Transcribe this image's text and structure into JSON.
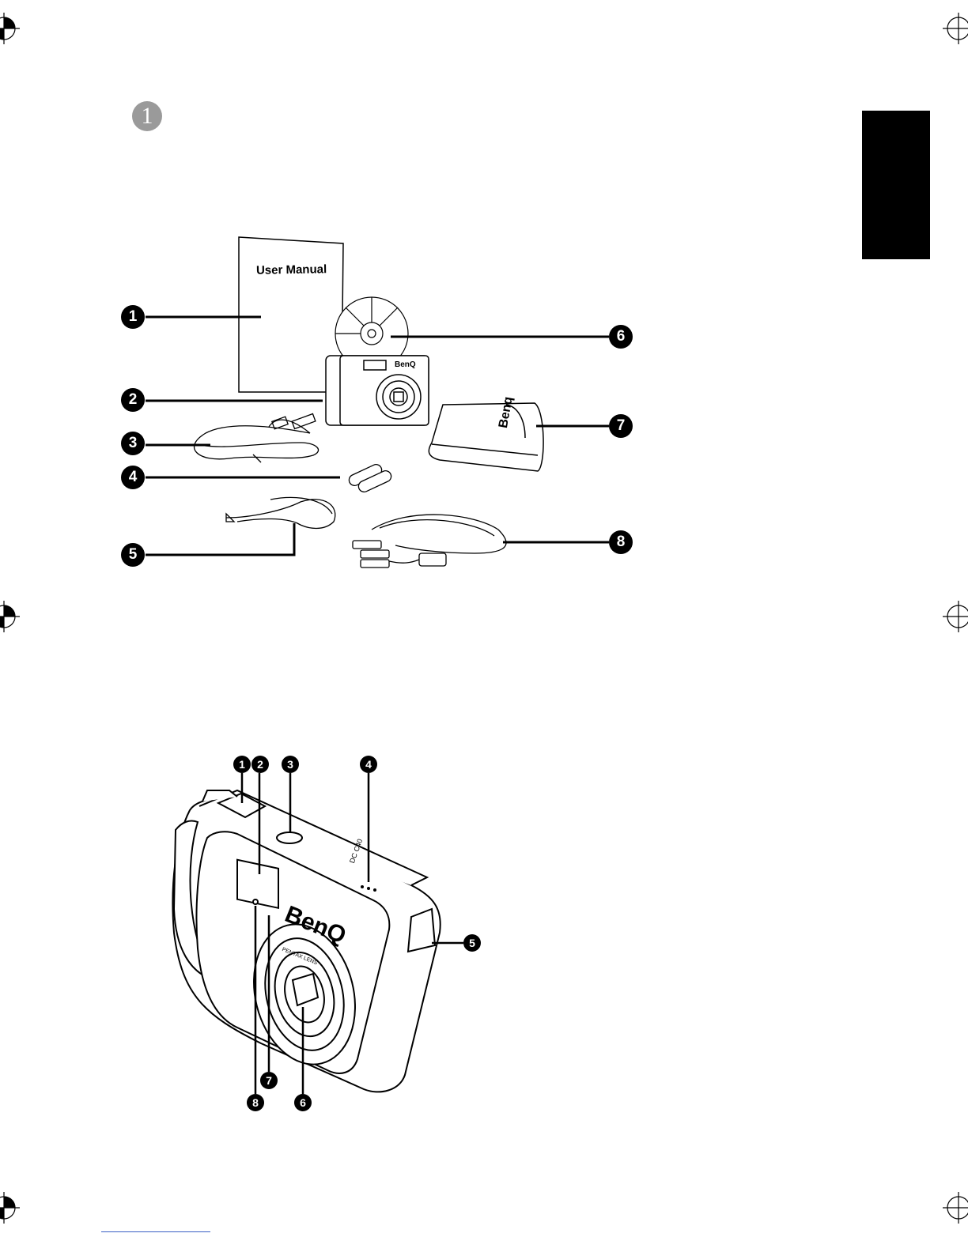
{
  "page": {
    "chapter_number": "1",
    "side_tab_color": "#000000",
    "badge_color": "#9a9a9a"
  },
  "package_figure": {
    "manual_cover_title": "User Manual",
    "camera_brand": "BenQ",
    "case_brand": "Benq",
    "callouts": [
      "1",
      "2",
      "3",
      "4",
      "5",
      "6",
      "7",
      "8"
    ]
  },
  "camera_figure": {
    "brand": "BenQ",
    "model_text": "DC C40",
    "lens_text": "PENTAX LENS",
    "callouts": [
      "1",
      "2",
      "3",
      "4",
      "5",
      "6",
      "7",
      "8"
    ]
  }
}
